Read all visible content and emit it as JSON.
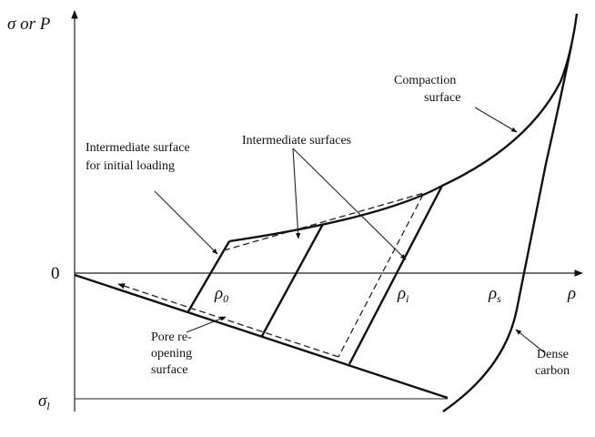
{
  "axes": {
    "y_label_sigma": "σ",
    "y_label_or": "or",
    "y_label_p": "P",
    "x_label": "ρ",
    "origin_label": "0",
    "tension_sigma": "σ",
    "tension_sub": "l"
  },
  "density_marks": [
    {
      "sym": "ρ",
      "sub": "0"
    },
    {
      "sym": "ρ",
      "sub": "i"
    },
    {
      "sym": "ρ",
      "sub": "s"
    }
  ],
  "annotations": {
    "compaction_line1": "Compaction",
    "compaction_line2": "surface",
    "initial_line1": "Intermediate surface",
    "initial_line2": "for initial loading",
    "intermediate": "Intermediate surfaces",
    "pore_line1": "Pore re-",
    "pore_line2": "opening",
    "pore_line3": "surface",
    "dense_line1": "Dense",
    "dense_line2": "carbon"
  }
}
